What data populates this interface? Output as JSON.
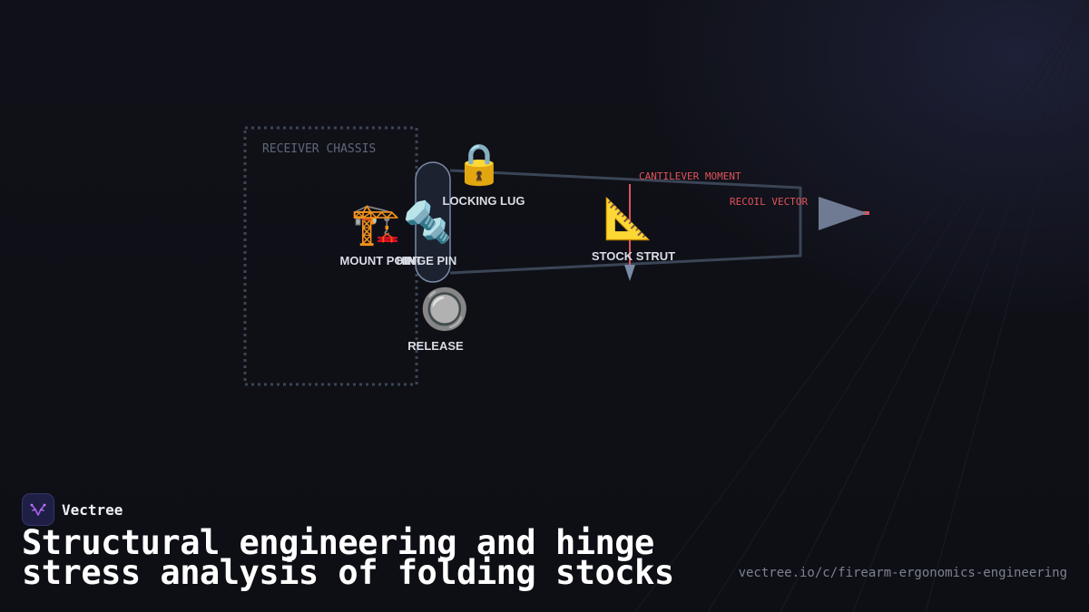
{
  "diagram": {
    "group": {
      "label": "RECEIVER CHASSIS"
    },
    "nodes": {
      "mount_point": {
        "label": "MOUNT POINT",
        "icon": "crane-icon",
        "glyph": "🏗️"
      },
      "hinge_pin": {
        "label": "HINGE PIN",
        "icon": "bolt-icon",
        "glyph": "🔩"
      },
      "locking_lug": {
        "label": "LOCKING LUG",
        "icon": "lock-icon",
        "glyph": "🔒"
      },
      "release": {
        "label": "RELEASE",
        "icon": "button-icon",
        "glyph": "🔘"
      },
      "stock_strut": {
        "label": "STOCK STRUT",
        "icon": "triangle-ruler-icon",
        "glyph": "📐"
      }
    },
    "forces": {
      "cantilever": {
        "label": "CANTILEVER MOMENT"
      },
      "recoil": {
        "label": "RECOIL VECTOR"
      }
    },
    "colors": {
      "force": "#e0525a",
      "outline": "#3a4556",
      "hinge_fill": "#1c2230",
      "hinge_stroke": "#7b8aa6",
      "recoil_arrow": "#6f7b93"
    }
  },
  "brand": {
    "name": "Vectree",
    "logo_icon": "vectree-logo-icon"
  },
  "headline": "Structural engineering and hinge stress analysis of folding stocks",
  "url": "vectree.io/c/firearm-ergonomics-engineering"
}
